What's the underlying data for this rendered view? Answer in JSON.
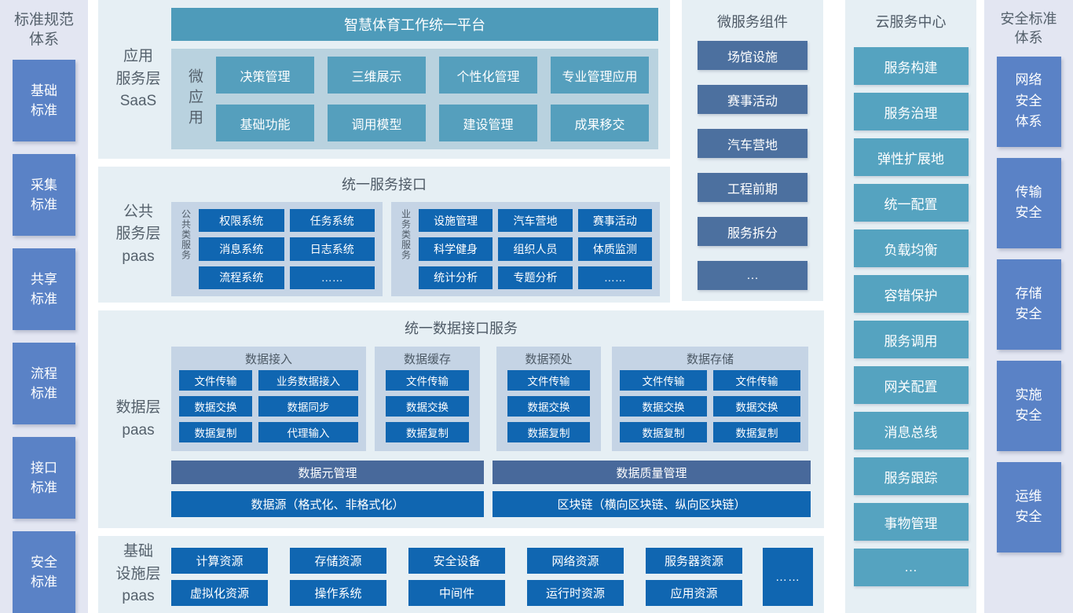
{
  "colors": {
    "accent_blue": "#1066B1",
    "teal": "#559FBD",
    "platform_teal": "#4E9BBA",
    "slate_blue": "#4C709F",
    "cloud_teal": "#55A3C0",
    "periwinkle": "#5A82C6",
    "dark_bar_blue": "#48699B",
    "section_bg": "#E6EFF4",
    "side_panel_bg": "#E3E6F2",
    "inner_saas_bg": "#B9D2DF",
    "inner_group_bg": "#C5D4E5"
  },
  "left_panel": {
    "title": "标准规范\n体系",
    "items": [
      "基础\n标准",
      "采集\n标准",
      "共享\n标准",
      "流程\n标准",
      "接口\n标准",
      "安全\n标准"
    ]
  },
  "saas": {
    "layer_label": "应用\n服务层\nSaaS",
    "platform_title": "智慧体育工作统一平台",
    "group_label": "微应用",
    "apps": [
      "决策管理",
      "三维展示",
      "个性化管理",
      "专业管理应用",
      "基础功能",
      "调用模型",
      "建设管理",
      "成果移交"
    ]
  },
  "public_layer": {
    "layer_label": "公共\n服务层\npaas",
    "title": "统一服务接口",
    "common_group": {
      "label": "公共类服务",
      "items": [
        "权限系统",
        "任务系统",
        "消息系统",
        "日志系统",
        "流程系统",
        "……"
      ]
    },
    "business_group": {
      "label": "业务类服务",
      "items": [
        "设施管理",
        "汽车营地",
        "赛事活动",
        "科学健身",
        "组织人员",
        "体质监测",
        "统计分析",
        "专题分析",
        "……"
      ]
    }
  },
  "data_layer": {
    "layer_label": "数据层\npaas",
    "title": "统一数据接口服务",
    "groups": [
      {
        "title": "数据接入",
        "items": [
          "文件传输",
          "业务数据接入",
          "数据交换",
          "数据同步",
          "数据复制",
          "代理输入"
        ]
      },
      {
        "title": "数据缓存",
        "items": [
          "文件传输",
          "数据交换",
          "数据复制"
        ]
      },
      {
        "title": "数据预处",
        "items": [
          "文件传输",
          "数据交换",
          "数据复制"
        ]
      },
      {
        "title": "数据存储",
        "items": [
          "文件传输",
          "文件传输",
          "数据交换",
          "数据交换",
          "数据复制",
          "数据复制"
        ]
      }
    ],
    "bars": {
      "meta_management": "数据元管理",
      "quality_management": "数据质量管理",
      "data_source": "数据源（格式化、非格式化）",
      "blockchain": "区块链（横向区块链、纵向区块链）"
    }
  },
  "infra_layer": {
    "layer_label": "基础\n设施层\npaas",
    "items": [
      "计算资源",
      "存储资源",
      "安全设备",
      "网络资源",
      "服务器资源",
      "虚拟化资源",
      "操作系统",
      "中间件",
      "运行时资源",
      "应用资源"
    ],
    "more_label": "……"
  },
  "microservices": {
    "title": "微服务组件",
    "items": [
      "场馆设施",
      "赛事活动",
      "汽车营地",
      "工程前期",
      "服务拆分",
      "…"
    ]
  },
  "cloud_center": {
    "title": "云服务中心",
    "items": [
      "服务构建",
      "服务治理",
      "弹性扩展地",
      "统一配置",
      "负载均衡",
      "容错保护",
      "服务调用",
      "网关配置",
      "消息总线",
      "服务跟踪",
      "事物管理",
      "…"
    ]
  },
  "security_panel": {
    "title": "安全标准\n体系",
    "items": [
      "网络\n安全\n体系",
      "传输\n安全",
      "存储\n安全",
      "实施\n安全",
      "运维\n安全"
    ]
  }
}
